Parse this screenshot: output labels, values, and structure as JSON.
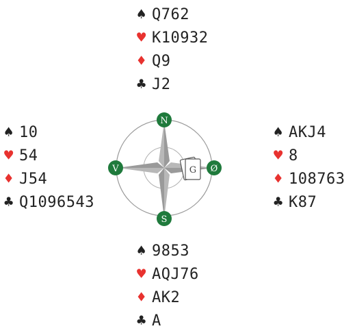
{
  "colors": {
    "red_suit": "#e8322f",
    "black_suit": "#222222",
    "compass_badge": "#1f7a3c",
    "compass_arrows": "#a8a8a8",
    "compass_ring": "#9a9a9a"
  },
  "suit_symbols": {
    "spades": "♠",
    "hearts": "♥",
    "diamonds": "♦",
    "clubs": "♣"
  },
  "hands": {
    "north": {
      "spades": "Q762",
      "hearts": "K10932",
      "diamonds": "Q9",
      "clubs": "J2"
    },
    "west": {
      "spades": "10",
      "hearts": "54",
      "diamonds": "J54",
      "clubs": "Q1096543"
    },
    "east": {
      "spades": "AKJ4",
      "hearts": "8",
      "diamonds": "108763",
      "clubs": "K87"
    },
    "south": {
      "spades": "9853",
      "hearts": "AQJ76",
      "diamonds": "AK2",
      "clubs": "A"
    }
  },
  "compass": {
    "north_label": "N",
    "south_label": "S",
    "east_label": "Ø",
    "west_label": "V",
    "dealer_marker": "G"
  }
}
